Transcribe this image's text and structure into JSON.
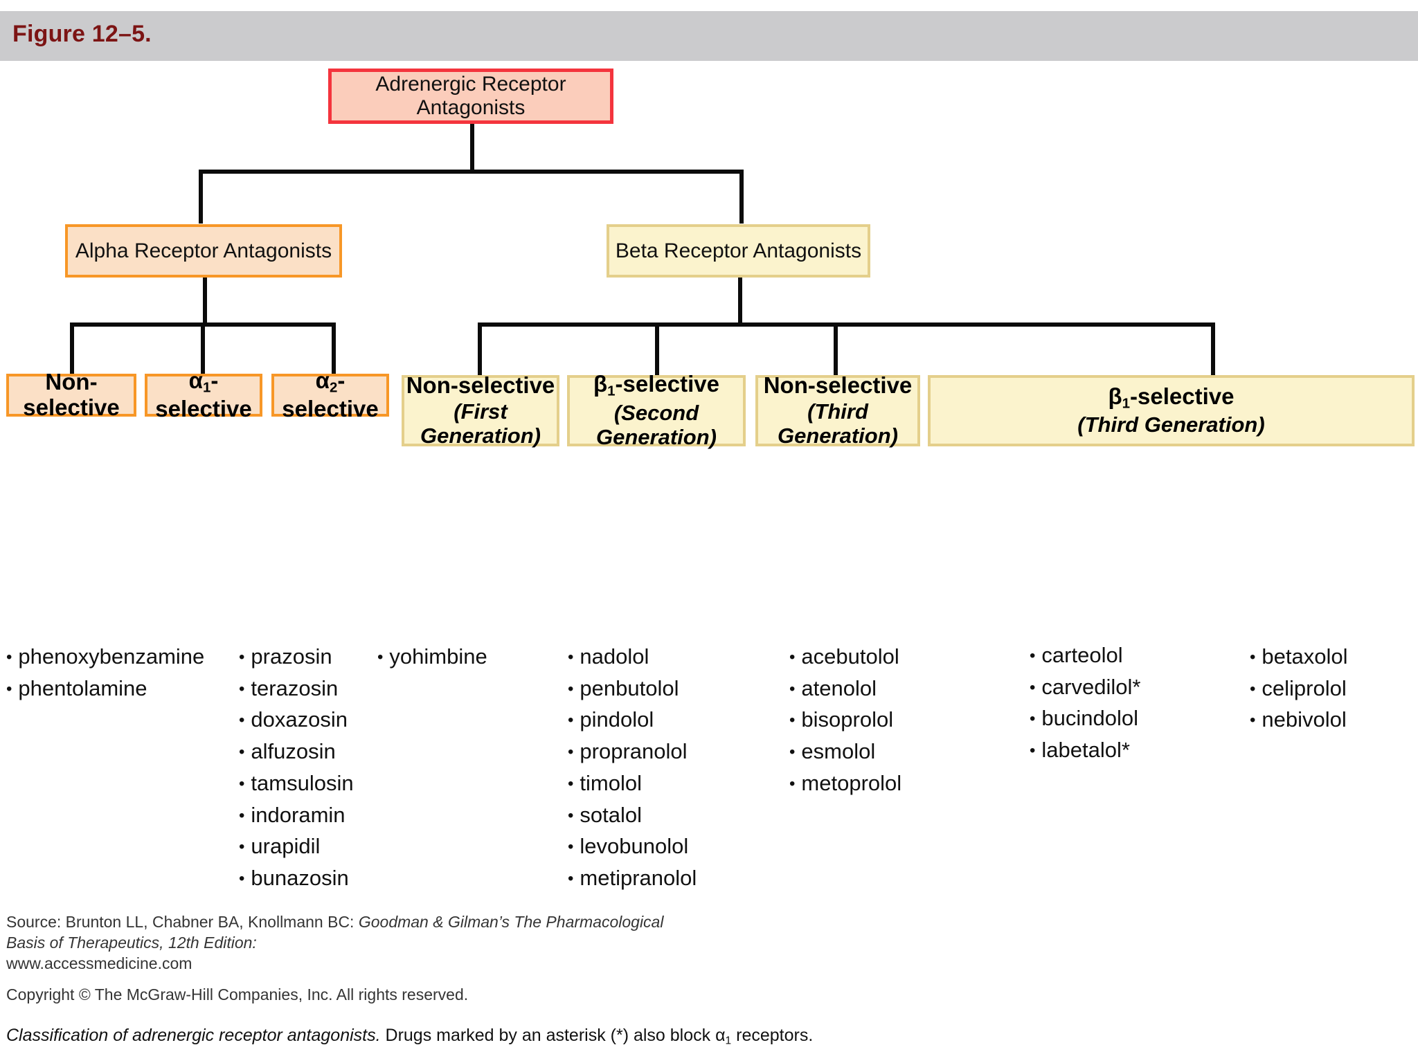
{
  "header": {
    "title": "Figure 12–5.",
    "bar_color": "#cbcbcd",
    "title_color": "#7c1414"
  },
  "diagram": {
    "type": "hierarchy-tree",
    "root": {
      "label": "Adrenergic Receptor Antagonists",
      "border_color": "#f4343d",
      "fill_color": "#fbcdbb"
    },
    "branches": [
      {
        "label": "Alpha Receptor Antagonists",
        "border_color": "#f79727",
        "fill_color": "#fbe0c6"
      },
      {
        "label": "Beta Receptor Antagonists",
        "border_color": "#e4cf8b",
        "fill_color": "#fbf3cd"
      }
    ],
    "alpha_leaves": [
      {
        "title": "Non-selective",
        "greek": "",
        "sub": "",
        "suffix": "",
        "generation": ""
      },
      {
        "title": "",
        "greek": "α",
        "sub": "1",
        "suffix": "-selective",
        "generation": ""
      },
      {
        "title": "",
        "greek": "α",
        "sub": "2",
        "suffix": "-selective",
        "generation": ""
      }
    ],
    "beta_leaves": [
      {
        "title": "Non-selective",
        "greek": "",
        "sub": "",
        "suffix": "",
        "generation": "(First Generation)"
      },
      {
        "title": "",
        "greek": "β",
        "sub": "1",
        "suffix": "-selective",
        "generation": "(Second Generation)"
      },
      {
        "title": "Non-selective",
        "greek": "",
        "sub": "",
        "suffix": "",
        "generation": "(Third Generation)"
      },
      {
        "title": "",
        "greek": "β",
        "sub": "1",
        "suffix": "-selective",
        "generation": "(Third Generation)"
      }
    ],
    "drug_columns": [
      {
        "group": "alpha-non-selective",
        "drugs": [
          "phenoxybenzamine",
          "phentolamine"
        ]
      },
      {
        "group": "alpha1-selective",
        "drugs": [
          "prazosin",
          "terazosin",
          "doxazosin",
          "alfuzosin",
          "tamsulosin",
          "indoramin",
          "urapidil",
          "bunazosin"
        ]
      },
      {
        "group": "alpha2-selective",
        "drugs": [
          "yohimbine"
        ]
      },
      {
        "group": "beta-non-selective-first-generation",
        "drugs": [
          "nadolol",
          "penbutolol",
          "pindolol",
          "propranolol",
          "timolol",
          "sotalol",
          "levobunolol",
          "metipranolol"
        ]
      },
      {
        "group": "beta1-selective-second-generation",
        "drugs": [
          "acebutolol",
          "atenolol",
          "bisoprolol",
          "esmolol",
          "metoprolol"
        ]
      },
      {
        "group": "beta-non-selective-third-generation",
        "drugs": [
          "carteolol",
          "carvedilol*",
          "bucindolol",
          "labetalol*"
        ]
      },
      {
        "group": "beta1-selective-third-generation",
        "drugs": [
          "betaxolol",
          "celiprolol",
          "nebivolol"
        ]
      }
    ],
    "bullet_glyph": "•"
  },
  "footer": {
    "source_prefix": "Source: Brunton LL, Chabner BA, Knollmann BC: ",
    "source_title": "Goodman & Gilman’s The Pharmacological Basis of Therapeutics, 12th Edition:",
    "source_url": "www.accessmedicine.com",
    "copyright": "Copyright © The McGraw-Hill Companies, Inc. All rights reserved.",
    "caption_italic": "Classification of adrenergic receptor antagonists.",
    "caption_rest_a": " Drugs marked by an asterisk (*) also block ",
    "caption_greek": "α",
    "caption_sub": "1",
    "caption_rest_b": " receptors."
  }
}
